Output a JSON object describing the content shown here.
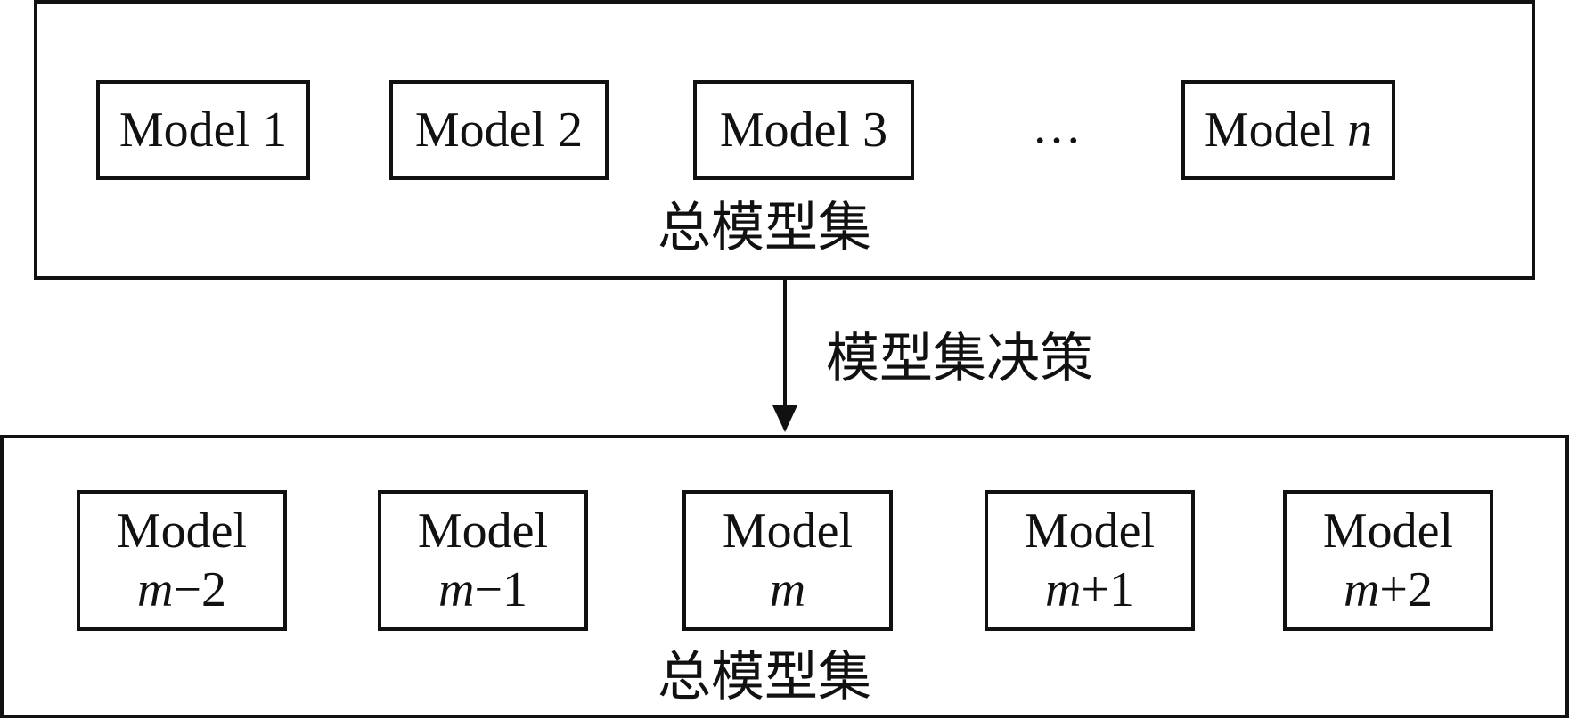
{
  "top_set": {
    "label": "总模型集",
    "models": [
      {
        "prefix": "Model 1",
        "var": ""
      },
      {
        "prefix": "Model 2",
        "var": ""
      },
      {
        "prefix": "Model 3",
        "var": ""
      },
      {
        "prefix": "Model ",
        "var": "n"
      }
    ],
    "ellipsis": "…"
  },
  "decision": {
    "label": "模型集决策"
  },
  "bottom_set": {
    "label": "总模型集",
    "models": [
      {
        "line1": "Model",
        "var": "m",
        "suffix": "−2"
      },
      {
        "line1": "Model",
        "var": "m",
        "suffix": "−1"
      },
      {
        "line1": "Model",
        "var": "m",
        "suffix": ""
      },
      {
        "line1": "Model",
        "var": "m",
        "suffix": "+1"
      },
      {
        "line1": "Model",
        "var": "m",
        "suffix": "+2"
      }
    ]
  }
}
